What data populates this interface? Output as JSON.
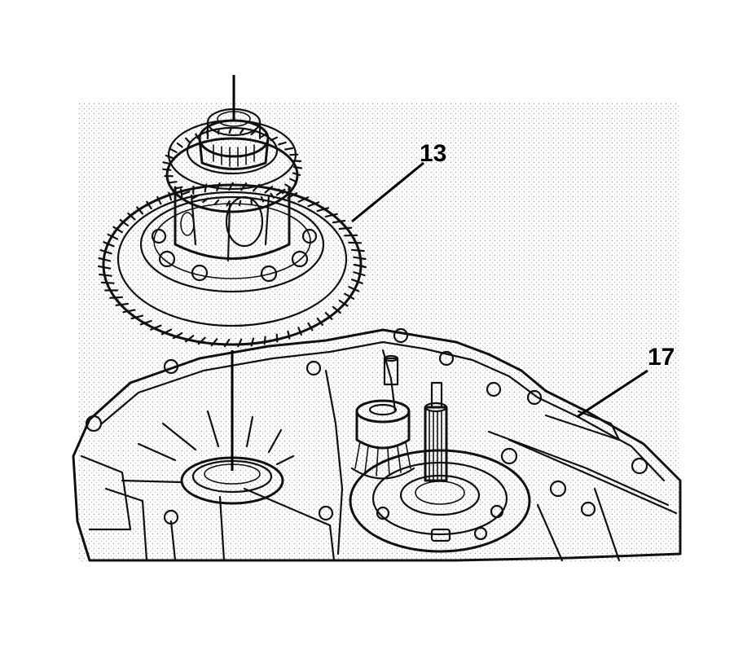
{
  "callouts": [
    {
      "id": "differential-gear",
      "label": "13"
    },
    {
      "id": "transaxle-case",
      "label": "17"
    }
  ]
}
